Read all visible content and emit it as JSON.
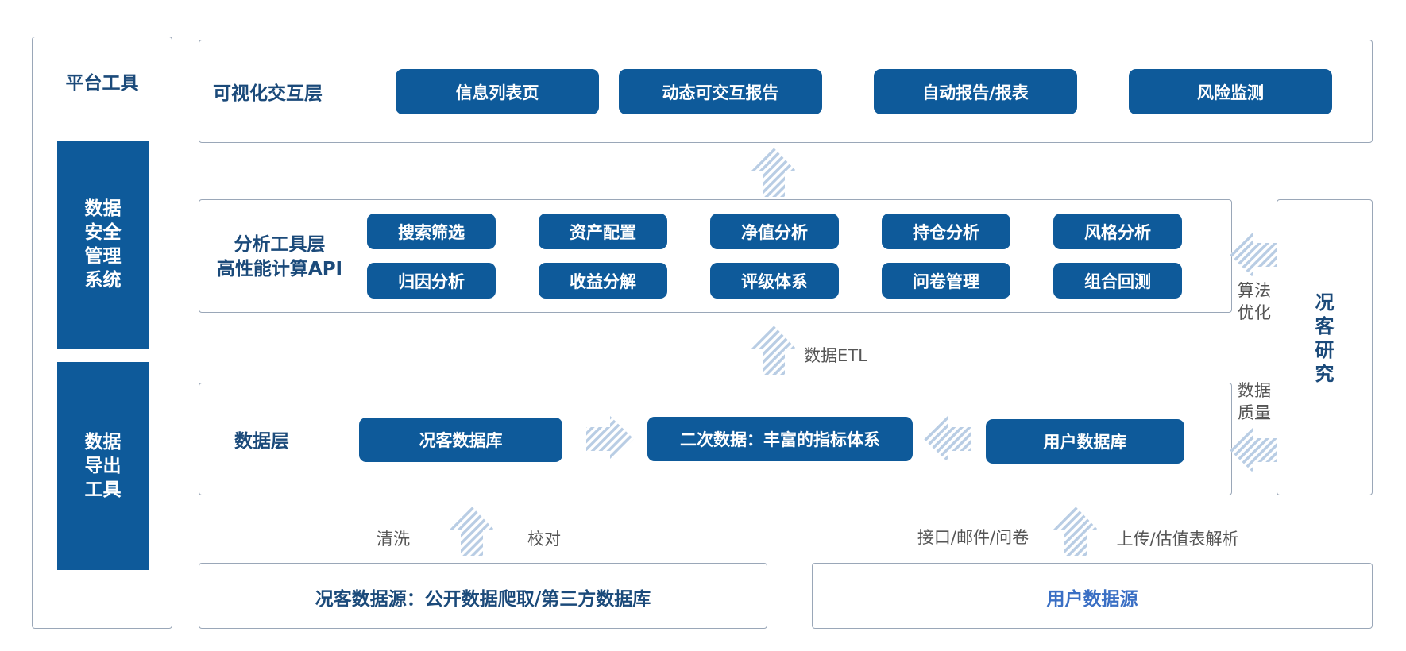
{
  "platform": {
    "title": "平台工具",
    "block1": "数据\n安全\n管理\n系统",
    "block2": "数据\n导出\n工具"
  },
  "visual_layer": {
    "label": "可视化交互层",
    "items": [
      "信息列表页",
      "动态可交互报告",
      "自动报告/报表",
      "风险监测"
    ]
  },
  "analysis_layer": {
    "label_line1": "分析工具层",
    "label_line2": "高性能计算API",
    "row1": [
      "搜索筛选",
      "资产配置",
      "净值分析",
      "持仓分析",
      "风格分析"
    ],
    "row2": [
      "归因分析",
      "收益分解",
      "评级体系",
      "问卷管理",
      "组合回测"
    ]
  },
  "etl_label": "数据ETL",
  "data_layer": {
    "label": "数据层",
    "left_db": "况客数据库",
    "center_db": "二次数据：丰富的指标体系",
    "right_db": "用户数据库"
  },
  "research": {
    "label": "况\n客\n研\n究",
    "algo": "算法\n优化",
    "quality": "数据\n质量"
  },
  "source_flow": {
    "left_a": "清洗",
    "left_b": "校对",
    "right_a": "接口/邮件/问卷",
    "right_b": "上传/估值表解析"
  },
  "sources": {
    "kuangke": "况客数据源：公开数据爬取/第三方数据库",
    "user": "用户数据源"
  },
  "colors": {
    "primary": "#0e5a9a",
    "label": "#1b4a7a",
    "user_source": "#3a6fc4",
    "arrow_stripe": "#b9cde4"
  }
}
